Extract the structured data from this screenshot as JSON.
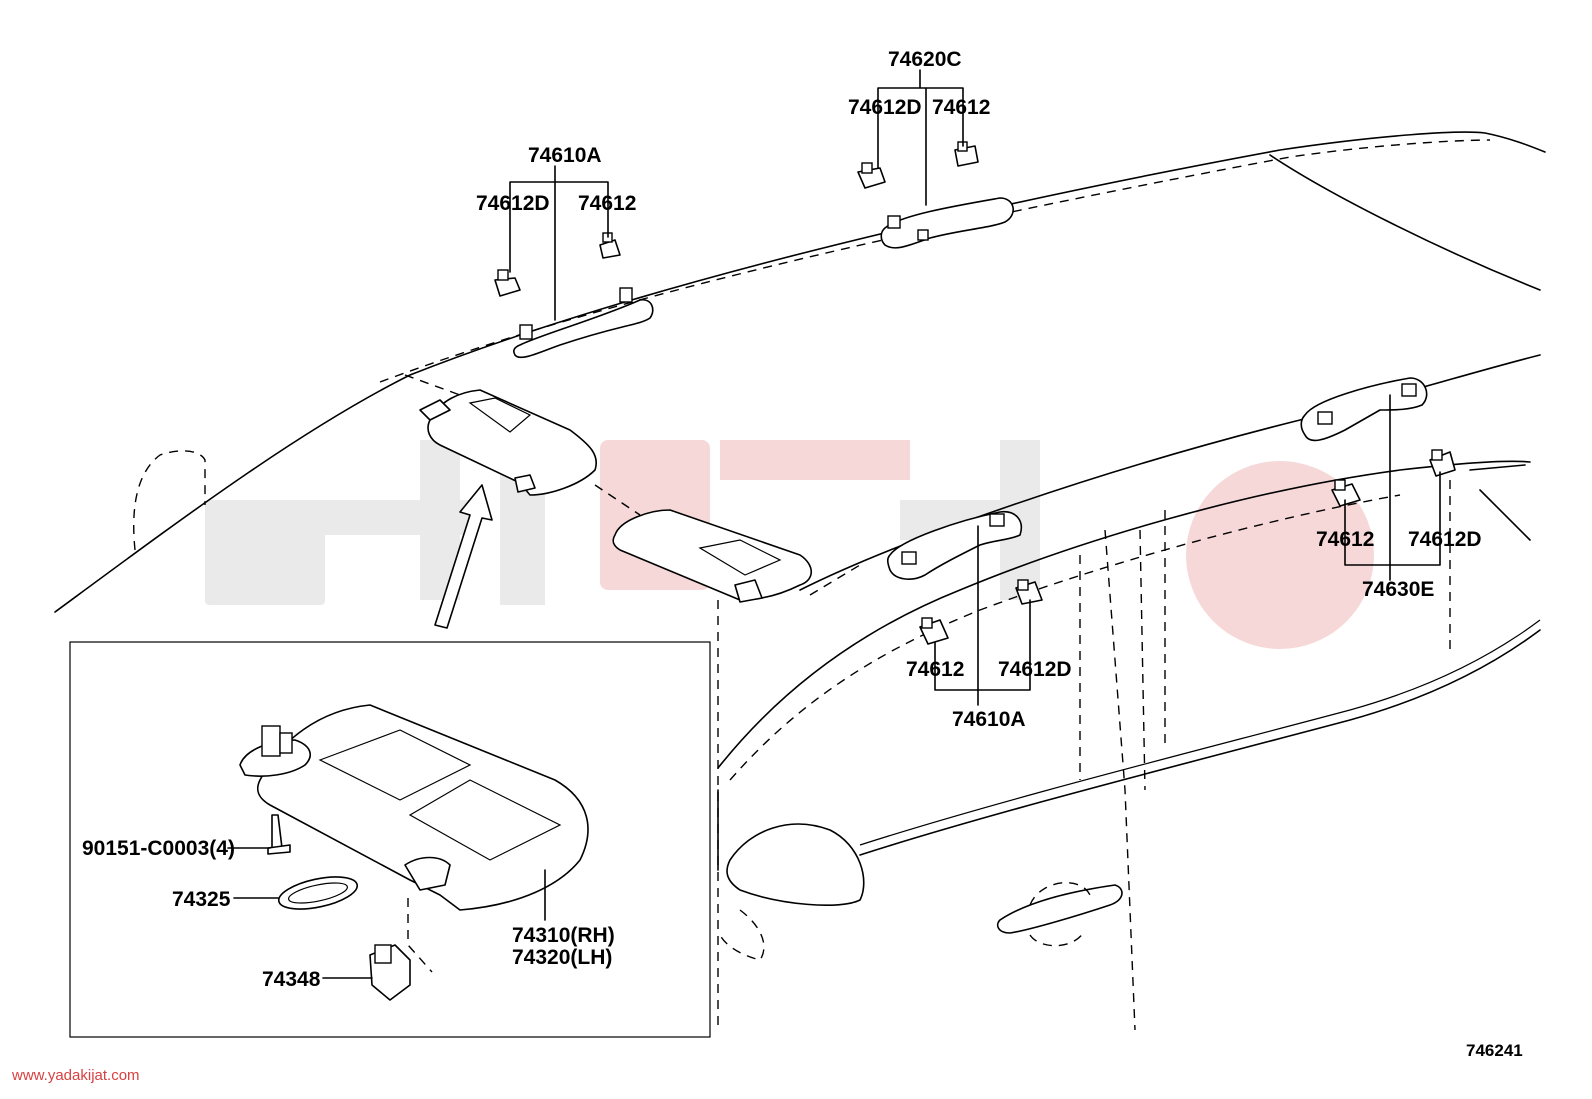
{
  "diagram": {
    "labels": {
      "top_handle_assy": "74620C",
      "top_clip_d": "74612D",
      "top_clip": "74612",
      "left_handle_assy": "74610A",
      "left_clip_d": "74612D",
      "left_clip": "74612",
      "mid_clip": "74612",
      "mid_clip_d": "74612D",
      "mid_handle_assy": "74610A",
      "right_clip": "74612",
      "right_clip_d": "74612D",
      "right_handle_assy": "74630E",
      "screw": "90151-C0003(4)",
      "cover": "74325",
      "visor_rh": "74310(RH)",
      "visor_lh": "74320(LH)",
      "holder": "74348",
      "figure_number": "746241"
    },
    "watermark_url": "www.yadakijat.com"
  }
}
